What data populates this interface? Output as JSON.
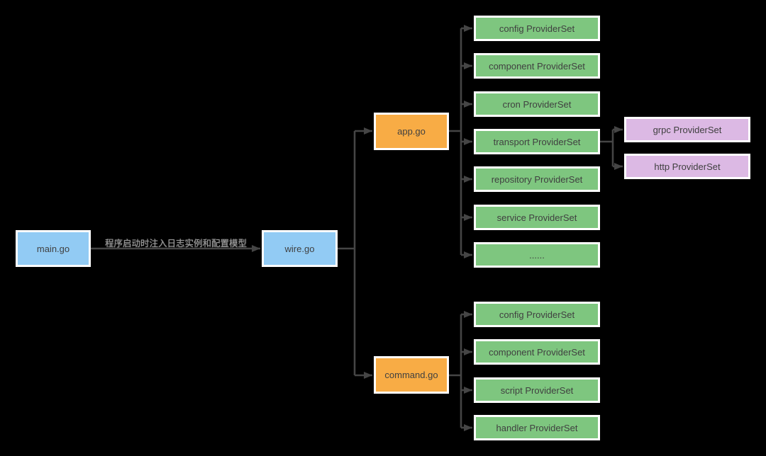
{
  "colors": {
    "background": "#000000",
    "connector": "#454545",
    "node_text": "#404040",
    "node_border": "#ffffff",
    "blue": "#92cbf4",
    "orange": "#f8ac45",
    "green": "#7ec67f",
    "purple": "#dcb9e4",
    "edge_label_text": "#9b9b9b"
  },
  "nodes": {
    "main": "main.go",
    "wire": "wire.go",
    "app": "app.go",
    "command": "command.go"
  },
  "edge_label": "程序启动时注入日志实例和配置模型",
  "app_children": [
    "config ProviderSet",
    "component ProviderSet",
    "cron ProviderSet",
    "transport ProviderSet",
    "repository ProviderSet",
    "service ProviderSet",
    "......"
  ],
  "transport_children": [
    "grpc ProviderSet",
    "http ProviderSet"
  ],
  "command_children": [
    "config ProviderSet",
    "component ProviderSet",
    "script ProviderSet",
    "handler ProviderSet"
  ]
}
